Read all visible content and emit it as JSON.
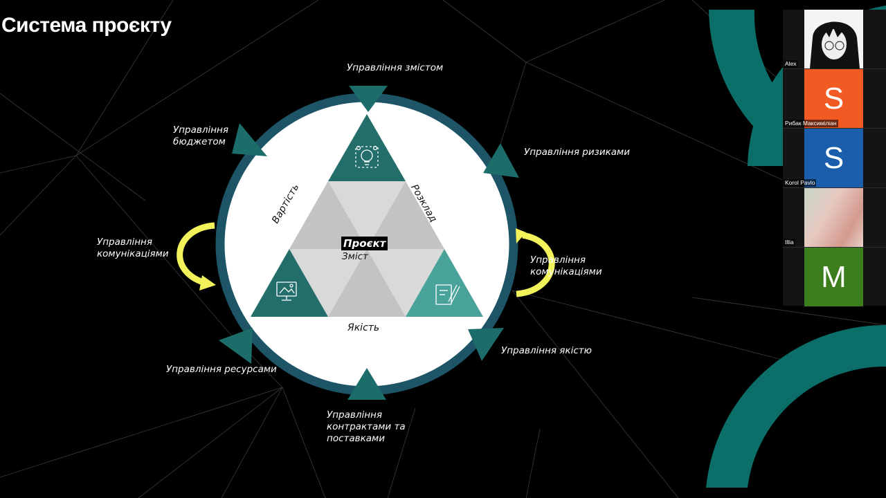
{
  "slide": {
    "title": "Система проєкту"
  },
  "diagram": {
    "center_title": "Проєкт",
    "center_subtitle": "Зміст",
    "edge_left": "Вартість",
    "edge_right": "Розклад",
    "edge_bottom": "Якість",
    "processes": {
      "scope": "Управління змістом",
      "budget": "Управління\nбюджетом",
      "risks": "Управління ризиками",
      "comm_left": "Управління\nкомунікаціями",
      "comm_right": "Управління\nкомунікаціями",
      "quality": "Управління якістю",
      "resources": "Управління ресурсами",
      "contracts": "Управління\nконтрактами та\nпоставками"
    },
    "icons": [
      "lightbulb-team-icon",
      "monitor-image-icon",
      "document-pencil-icon"
    ],
    "colors": {
      "ring": "#1d5566",
      "teal_dark": "#236e6b",
      "teal_light": "#4aa39b",
      "arrow_yellow": "#f2f25a",
      "gray_light": "#d9d9d9",
      "gray_mid": "#c3c3c3"
    }
  },
  "participants": [
    {
      "name": "Alex",
      "initial": "",
      "color": "#ffffff",
      "type": "photo"
    },
    {
      "name": "Рибак Максиміліан",
      "initial": "S",
      "color": "#f15a22",
      "type": "initial"
    },
    {
      "name": "Korol Pavlo",
      "initial": "S",
      "color": "#1b5eab",
      "type": "initial"
    },
    {
      "name": "Illia",
      "initial": "",
      "color": "#d2aaa0",
      "type": "blur"
    },
    {
      "name": "",
      "initial": "M",
      "color": "#3c7d1e",
      "type": "initial"
    }
  ]
}
